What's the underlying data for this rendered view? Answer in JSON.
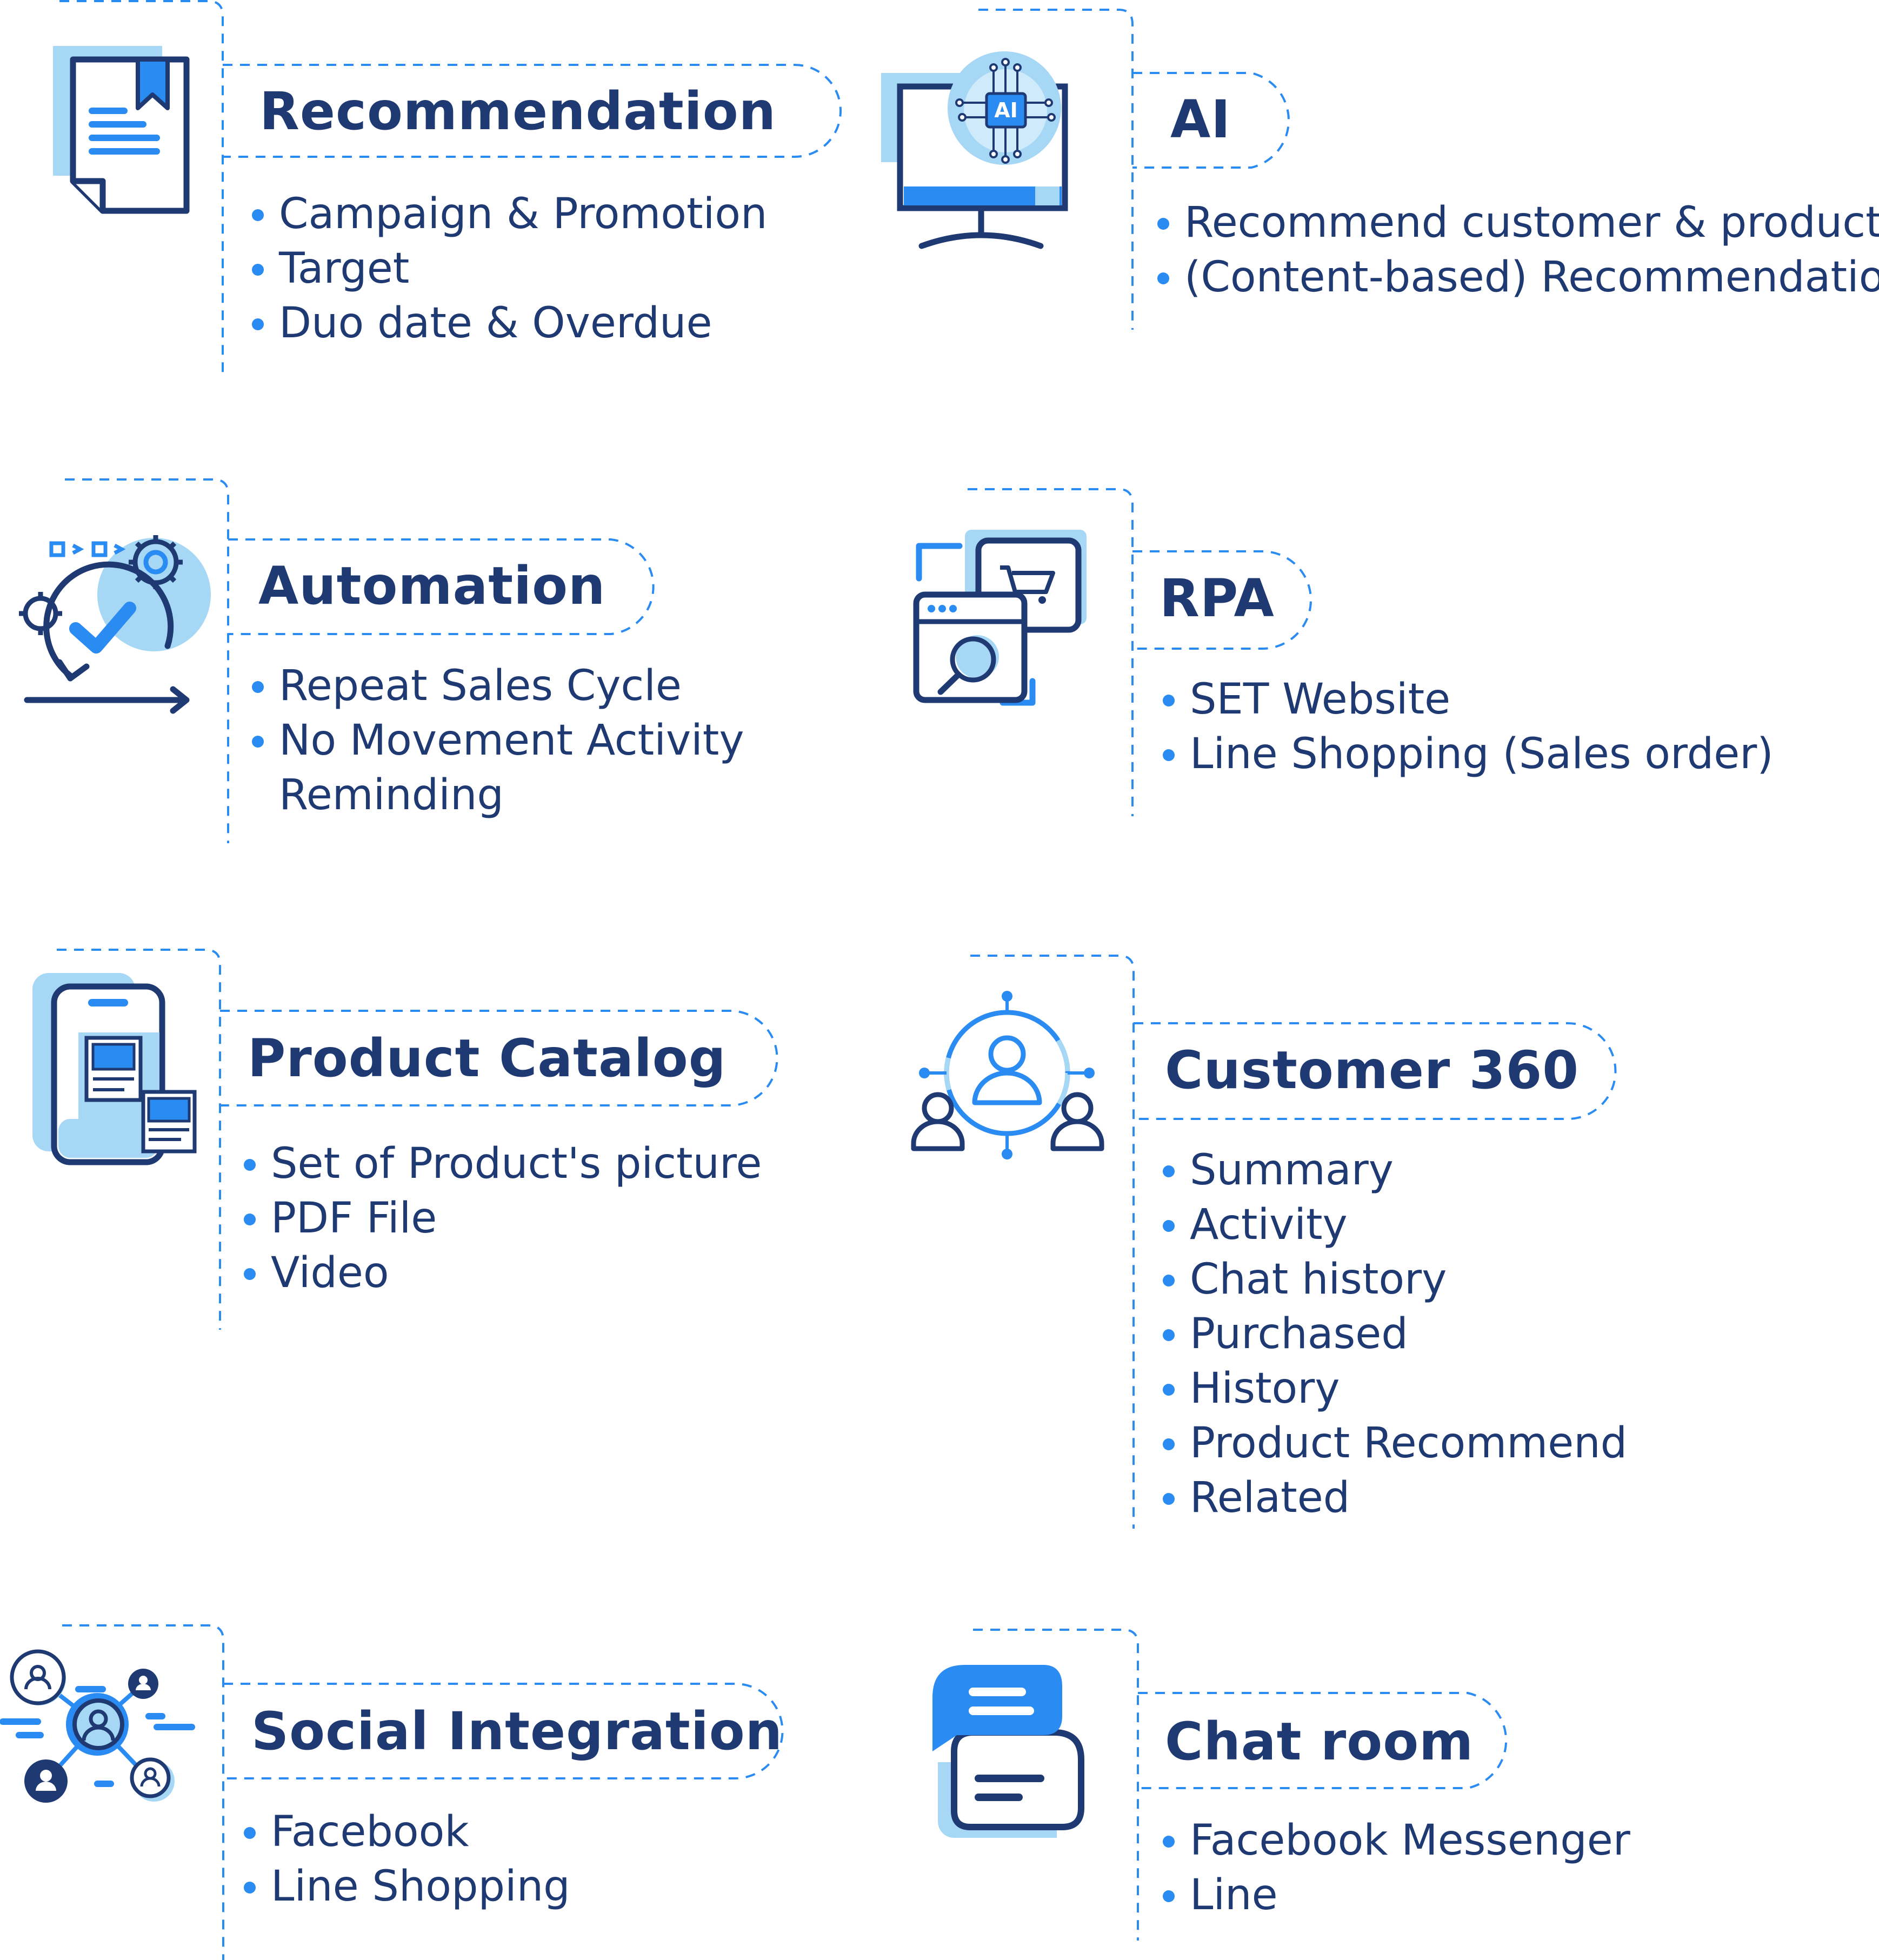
{
  "colors": {
    "navy": "#1f3a73",
    "accent_blue": "#2a8bf2",
    "light_blue": "#a6d8f5",
    "dash": "#2a8bf2"
  },
  "features": {
    "recommendation": {
      "icon": "bookmarked-document-icon",
      "title": "Recommendation",
      "items": [
        "Campaign & Promotion",
        "Target",
        "Duo date & Overdue"
      ]
    },
    "ai": {
      "icon": "ai-chip-monitor-icon",
      "chip_label": "AI",
      "title": "AI",
      "items": [
        "Recommend customer & product",
        "(Content-based) Recommendation"
      ]
    },
    "automation": {
      "icon": "automation-gears-icon",
      "title": "Automation",
      "items": [
        "Repeat Sales Cycle",
        "No Movement Activity",
        "Reminding"
      ]
    },
    "rpa": {
      "icon": "rpa-browser-cart-icon",
      "title": "RPA",
      "items": [
        "SET Website",
        "Line Shopping (Sales order)"
      ]
    },
    "product_catalog": {
      "icon": "product-catalog-phone-icon",
      "title": "Product Catalog",
      "items": [
        "Set of Product's picture",
        "PDF File",
        "Video"
      ]
    },
    "customer_360": {
      "icon": "customer-network-icon",
      "title": "Customer 360",
      "items": [
        "Summary",
        "Activity",
        "Chat history",
        "Purchased",
        "History",
        "Product Recommend",
        "Related"
      ]
    },
    "social_integration": {
      "icon": "social-network-icon",
      "title": "Social Integration",
      "items": [
        "Facebook",
        "Line Shopping"
      ]
    },
    "chat_room": {
      "icon": "chat-bubbles-icon",
      "title": "Chat room",
      "items": [
        "Facebook  Messenger",
        "Line"
      ]
    }
  }
}
